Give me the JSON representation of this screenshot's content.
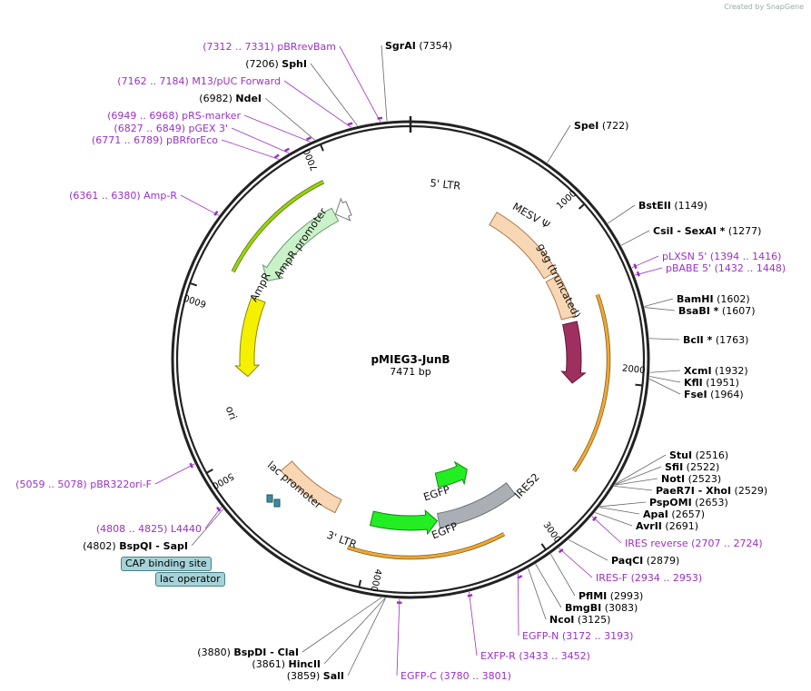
{
  "credit": "Created by SnapGene",
  "plasmid": {
    "name": "pMIEG3-JunB",
    "length_label": "7471 bp",
    "length": 7471
  },
  "ticks": [
    {
      "pos": 1000,
      "label": "1000"
    },
    {
      "pos": 2000,
      "label": "2000"
    },
    {
      "pos": 3000,
      "label": "3000"
    },
    {
      "pos": 4000,
      "label": "4000"
    },
    {
      "pos": 5000,
      "label": "5000"
    },
    {
      "pos": 6000,
      "label": "6000"
    },
    {
      "pos": 7000,
      "label": "7000"
    }
  ],
  "features": [
    {
      "name": "5' LTR",
      "start": 630,
      "end": 1220,
      "color": "#f9d7b5",
      "stroke": "#b07a4a",
      "track": 0,
      "arrow": false
    },
    {
      "name": "MESV Ψ",
      "start": 1250,
      "end": 1560,
      "color": "#f9d7b5",
      "stroke": "#b07a4a",
      "track": 0,
      "arrow": false
    },
    {
      "name": "gag (truncated)",
      "start": 1600,
      "end": 2040,
      "color": "#9e2f5e",
      "stroke": "#5e1a37",
      "track": 0,
      "arrow": true,
      "dir": 1
    },
    {
      "name": "IRES2",
      "start": 2950,
      "end": 3530,
      "color": "#a9afb4",
      "stroke": "#6e7479",
      "track": 0,
      "arrow": false
    },
    {
      "name": "EGFP",
      "start": 3170,
      "end": 3480,
      "color": "#22ee22",
      "stroke": "#118811",
      "track": 1,
      "arrow": true,
      "dir": -1
    },
    {
      "name": "EGFP",
      "start": 3540,
      "end": 4020,
      "color": "#22ee22",
      "stroke": "#118811",
      "track": 0,
      "arrow": true,
      "dir": -1
    },
    {
      "name": "3' LTR",
      "start": 4280,
      "end": 4760,
      "color": "#f9d7b5",
      "stroke": "#b07a4a",
      "track": 0,
      "arrow": false
    },
    {
      "name": "ori",
      "start": 5480,
      "end": 6050,
      "color": "#f5f000",
      "stroke": "#888800",
      "track": 0,
      "arrow": true,
      "dir": -1
    },
    {
      "name": "AmpR",
      "start": 6200,
      "end": 6900,
      "color": "#c9f2c9",
      "stroke": "#6c9a6c",
      "track": 0,
      "arrow": true,
      "dir": -1
    },
    {
      "name": "AmpR promoter",
      "start": 6905,
      "end": 7010,
      "color": "#ffffff",
      "stroke": "#777777",
      "track": 0,
      "arrow": true,
      "dir": -1
    }
  ],
  "feature_labels": {
    "ltr5": "5' LTR",
    "mesv": "MESV Ψ",
    "gag": "gag (truncated)",
    "ires2": "IRES2",
    "egfp1": "EGFP",
    "egfp2": "EGFP",
    "ltr3": "3' LTR",
    "ori": "ori",
    "ampr": "AmpR",
    "amprpromoter": "AmpR promoter",
    "lacpromoter": "lac promoter"
  },
  "orf_arcs": [
    {
      "start": 1470,
      "end": 2580,
      "color": "#f0a830"
    },
    {
      "start": 3150,
      "end": 4120,
      "color": "#f0a830"
    },
    {
      "start": 6150,
      "end": 6930,
      "color": "#88dd00"
    }
  ],
  "sites": [
    {
      "key": "sgrai",
      "name": "SgrAI",
      "pos_label": "(7354)",
      "type": "enzyme"
    },
    {
      "key": "spei",
      "name": "SpeI",
      "pos_label": "(722)",
      "type": "enzyme"
    },
    {
      "key": "bsteii",
      "name": "BstEII",
      "pos_label": "(1149)",
      "type": "enzyme"
    },
    {
      "key": "csii",
      "name": "CsiI",
      "extra": "- SexAI *",
      "pos_label": "(1277)",
      "type": "enzyme"
    },
    {
      "key": "plxsn",
      "name": "pLXSN 5'",
      "pos_label": "(1394 .. 1416)",
      "type": "primer"
    },
    {
      "key": "pbabe",
      "name": "pBABE 5'",
      "pos_label": "(1432 .. 1448)",
      "type": "primer"
    },
    {
      "key": "bamhi",
      "name": "BamHI",
      "pos_label": "(1602)",
      "type": "enzyme"
    },
    {
      "key": "bsabi",
      "name": "BsaBI *",
      "pos_label": "(1607)",
      "type": "enzyme"
    },
    {
      "key": "bcli",
      "name": "BclI *",
      "pos_label": "(1763)",
      "type": "enzyme"
    },
    {
      "key": "xcmi",
      "name": "XcmI",
      "pos_label": "(1932)",
      "type": "enzyme"
    },
    {
      "key": "kfli",
      "name": "KflI",
      "pos_label": "(1951)",
      "type": "enzyme"
    },
    {
      "key": "fsei",
      "name": "FseI",
      "pos_label": "(1964)",
      "type": "enzyme"
    },
    {
      "key": "stui",
      "name": "StuI",
      "pos_label": "(2516)",
      "type": "enzyme"
    },
    {
      "key": "sfii",
      "name": "SfiI",
      "pos_label": "(2522)",
      "type": "enzyme"
    },
    {
      "key": "noti",
      "name": "NotI",
      "pos_label": "(2523)",
      "type": "enzyme"
    },
    {
      "key": "paer7i",
      "name": "PaeR7I",
      "extra": "- XhoI",
      "pos_label": "(2529)",
      "type": "enzyme"
    },
    {
      "key": "pspomi",
      "name": "PspOMI",
      "pos_label": "(2653)",
      "type": "enzyme"
    },
    {
      "key": "apai",
      "name": "ApaI",
      "pos_label": "(2657)",
      "type": "enzyme"
    },
    {
      "key": "avrii",
      "name": "AvrII",
      "pos_label": "(2691)",
      "type": "enzyme"
    },
    {
      "key": "iresrev",
      "name": "IRES reverse",
      "pos_label": "(2707 .. 2724)",
      "type": "primer"
    },
    {
      "key": "paqci",
      "name": "PaqCI",
      "pos_label": "(2879)",
      "type": "enzyme"
    },
    {
      "key": "iresf",
      "name": "IRES-F",
      "pos_label": "(2934 .. 2953)",
      "type": "primer"
    },
    {
      "key": "pflmi",
      "name": "PflMI",
      "pos_label": "(2993)",
      "type": "enzyme"
    },
    {
      "key": "bmgbi",
      "name": "BmgBI",
      "pos_label": "(3083)",
      "type": "enzyme"
    },
    {
      "key": "ncoi",
      "name": "NcoI",
      "pos_label": "(3125)",
      "type": "enzyme"
    },
    {
      "key": "egfpn",
      "name": "EGFP-N",
      "pos_label": "(3172 .. 3193)",
      "type": "primer"
    },
    {
      "key": "exfpr",
      "name": "EXFP-R",
      "pos_label": "(3433 .. 3452)",
      "type": "primer"
    },
    {
      "key": "egfpc",
      "name": "EGFP-C",
      "pos_label": "(3780 .. 3801)",
      "type": "primer"
    },
    {
      "key": "sali",
      "name": "SalI",
      "pos_label": "(3859)",
      "type": "enzyme"
    },
    {
      "key": "hincii",
      "name": "HincII",
      "pos_label": "(3861)",
      "type": "enzyme"
    },
    {
      "key": "bspdi",
      "name": "BspDI",
      "extra": "- ClaI",
      "pos_label": "(3880)",
      "type": "enzyme"
    },
    {
      "key": "l4440",
      "name": "L4440",
      "pos_label": "(4808 .. 4825)",
      "type": "primer"
    },
    {
      "key": "bspqi",
      "name": "BspQI",
      "extra": "- SapI",
      "pos_label": "(4802)",
      "type": "enzyme"
    },
    {
      "key": "pbr322",
      "name": "pBR322ori-F",
      "pos_label": "(5059 .. 5078)",
      "type": "primer"
    },
    {
      "key": "ampr_p",
      "name": "Amp-R",
      "pos_label": "(6361 .. 6380)",
      "type": "primer"
    },
    {
      "key": "pbrfor",
      "name": "pBRforEco",
      "pos_label": "(6771 .. 6789)",
      "type": "primer"
    },
    {
      "key": "pgex3",
      "name": "pGEX 3'",
      "pos_label": "(6827 .. 6849)",
      "type": "primer"
    },
    {
      "key": "prs",
      "name": "pRS-marker",
      "pos_label": "(6949 .. 6968)",
      "type": "primer"
    },
    {
      "key": "ndei",
      "name": "NdeI",
      "pos_label": "(6982)",
      "type": "enzyme"
    },
    {
      "key": "m13",
      "name": "M13/pUC Forward",
      "pos_label": "(7162 .. 7184)",
      "type": "primer"
    },
    {
      "key": "sphi",
      "name": "SphI",
      "pos_label": "(7206)",
      "type": "enzyme"
    },
    {
      "key": "pbrrev",
      "name": "pBRrevBam",
      "pos_label": "(7312 .. 7331)",
      "type": "primer"
    }
  ],
  "chips": {
    "cap": "CAP binding site",
    "lacop": "lac operator"
  },
  "colors": {
    "enzyme": "#000000",
    "primer": "#9b30c8",
    "backbone": "#222222"
  }
}
